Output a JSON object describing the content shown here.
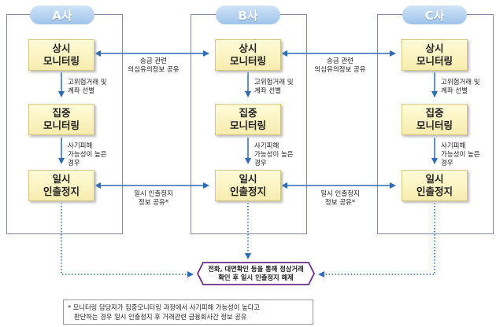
{
  "companies": [
    "A사",
    "B사",
    "C사"
  ],
  "nodes": {
    "regular": [
      "상시",
      "모니터링"
    ],
    "focused": [
      "집중",
      "모니터링"
    ],
    "suspend": [
      "일시",
      "인출정지"
    ]
  },
  "labels": {
    "high_risk": [
      "고위험거래 및",
      "계좌 선별"
    ],
    "fraud_likely": [
      "사기피해",
      "가능성이 높은",
      "경우"
    ],
    "share_suspicious": [
      "송금 관련",
      "의심유의정보 공유"
    ],
    "share_suspend": [
      "일시 인출정지",
      "정보 공유*"
    ]
  },
  "release": [
    "전화, 대면확인 등을 통해 정상거래",
    "확인 후 일시 인출정지 해제"
  ],
  "note": [
    "* 모니터링 담당자가 집중모니터링 과정에서 사기피해 가능성이 높다고",
    "판단하는 경우 일시 인출정지 후 거래관련 금융회사간 정보 공유"
  ],
  "colors": {
    "tab": "#a9cbee",
    "node_fill": "#fcf4c2",
    "arrow": "#2e6db4",
    "hexagon_border": "#6a2c8c"
  }
}
